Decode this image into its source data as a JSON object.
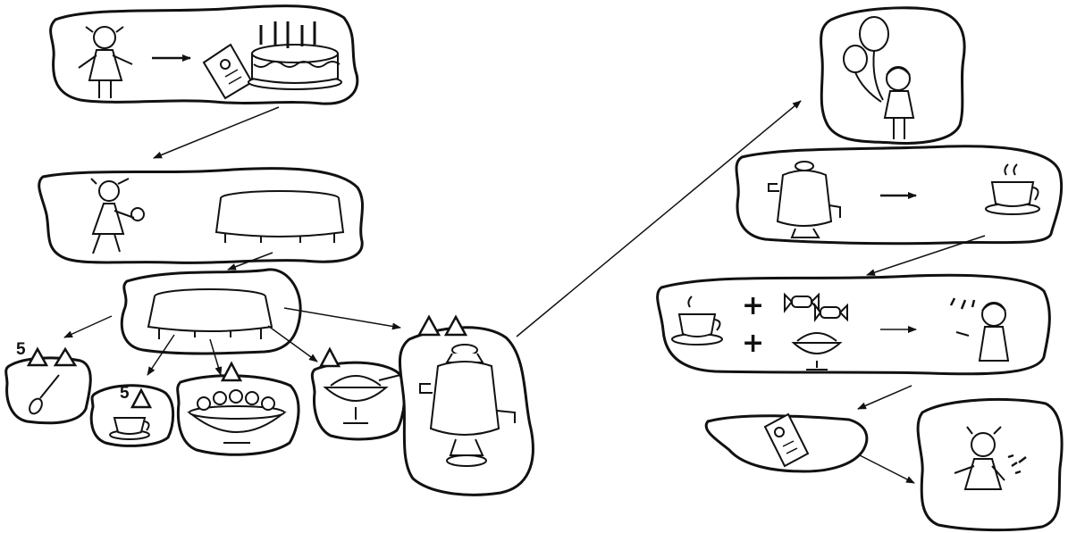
{
  "diagram": {
    "style": "black-and-white line-art pictogram story",
    "labels": {
      "spoon_count": "5",
      "cup_count": "5",
      "plus_top": "+",
      "plus_bottom": "+"
    },
    "scenes": [
      {
        "id": "birthday",
        "icons": [
          "girl-icon",
          "birthday-card-icon",
          "birthday-cake-icon"
        ]
      },
      {
        "id": "set-table",
        "icons": [
          "girl-with-flowers-icon",
          "tablecloth-table-icon"
        ]
      },
      {
        "id": "table-items",
        "icons": [
          "covered-table-icon",
          "spoon-icon",
          "teacup-icon",
          "candy-bowl-icon",
          "dessert-bowl-icon",
          "samovar-icon"
        ]
      },
      {
        "id": "guest",
        "icons": [
          "balloons-icon",
          "boy-icon"
        ]
      },
      {
        "id": "pour-tea",
        "icons": [
          "samovar-icon",
          "teacup-icon"
        ]
      },
      {
        "id": "tea-party",
        "icons": [
          "teacup-icon",
          "candy-icon",
          "dessert-bowl-icon",
          "boy-icon"
        ]
      },
      {
        "id": "thanks",
        "icons": [
          "birthday-card-icon",
          "happy-girl-icon"
        ]
      }
    ]
  }
}
